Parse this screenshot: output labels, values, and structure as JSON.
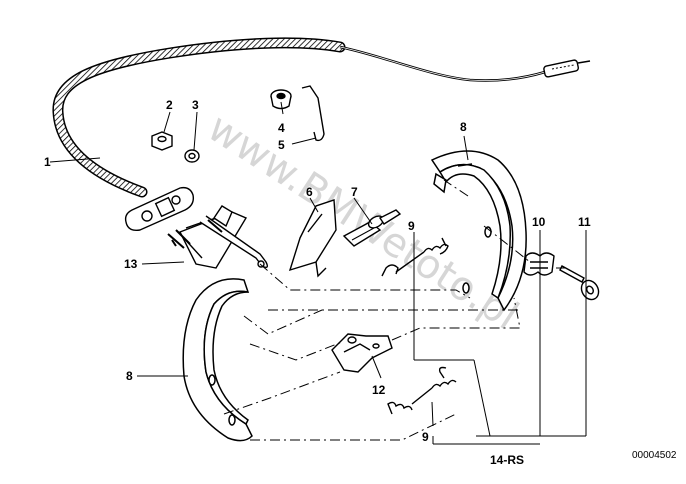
{
  "watermark": "www.BMWetoto.pl",
  "catalog_code": "00004502",
  "parts": {
    "cable": "1",
    "nut": "2",
    "washer": "3",
    "grommet": "4",
    "retaining_spring": "5",
    "expander_lever": "6",
    "adjuster": "7",
    "upper_shoe": "8",
    "lower_shoe": "8",
    "upper_return_spring": "9",
    "lower_return_spring": "9",
    "spring_cup": "10",
    "hold_down_pin": "11",
    "expander_lever_bottom": "12",
    "bracket": "13",
    "repair_set": "14-RS"
  }
}
